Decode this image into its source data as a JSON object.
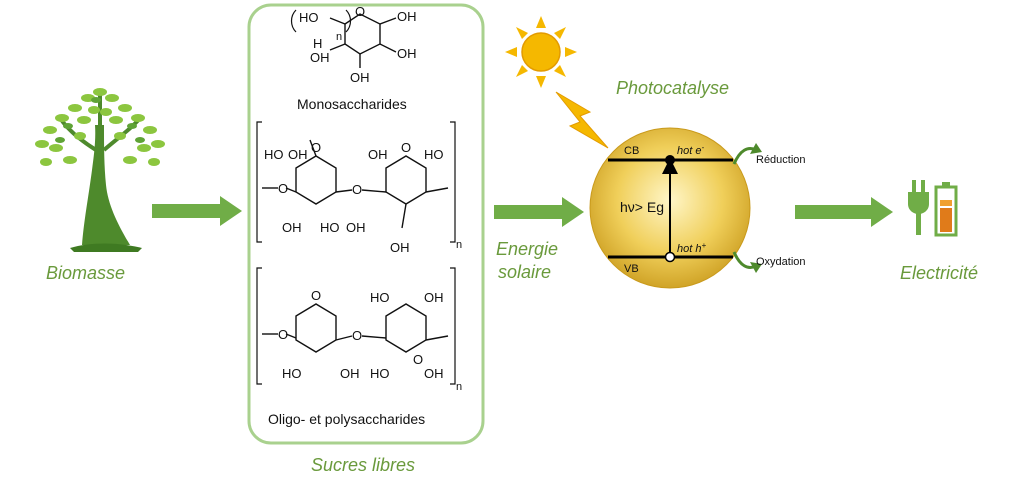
{
  "labels": {
    "biomass": "Biomasse",
    "sugars_box": "Sucres libres",
    "solar_energy_line1": "Energie",
    "solar_energy_line2": "solaire",
    "photocatalysis": "Photocatalyse",
    "electricity": "Electricité"
  },
  "sugars": {
    "mono_caption": "Monosaccharides",
    "poly_caption": "Oligo- et polysaccharides",
    "mono_labels": [
      "HO",
      "OH",
      "OH",
      "OH",
      "OH",
      "H",
      "n"
    ],
    "poly1_labels": [
      "HO",
      "OH",
      "OH",
      "HO",
      "OH",
      "OH",
      "HO",
      "OH",
      "n"
    ],
    "poly2_labels": [
      "HO",
      "OH",
      "HO",
      "OH",
      "HO",
      "OH",
      "n"
    ]
  },
  "catalyst": {
    "cb": "CB",
    "vb": "VB",
    "hot_electron": "hot e",
    "hot_electron_sup": "-",
    "hot_hole": "hot h",
    "hot_hole_sup": "+",
    "excitation": "hν> Eg",
    "reduction": "Réduction",
    "oxidation": "Oxydation"
  },
  "colors": {
    "green": "#6a9a3c",
    "arrow_green": "#70ad47",
    "box_border": "#a9d18e",
    "sun": "#f5b800",
    "sphere": "#e8c04a"
  },
  "icons": [
    "tree-icon",
    "sun-icon",
    "lightning-icon",
    "plug-icon",
    "battery-icon"
  ]
}
